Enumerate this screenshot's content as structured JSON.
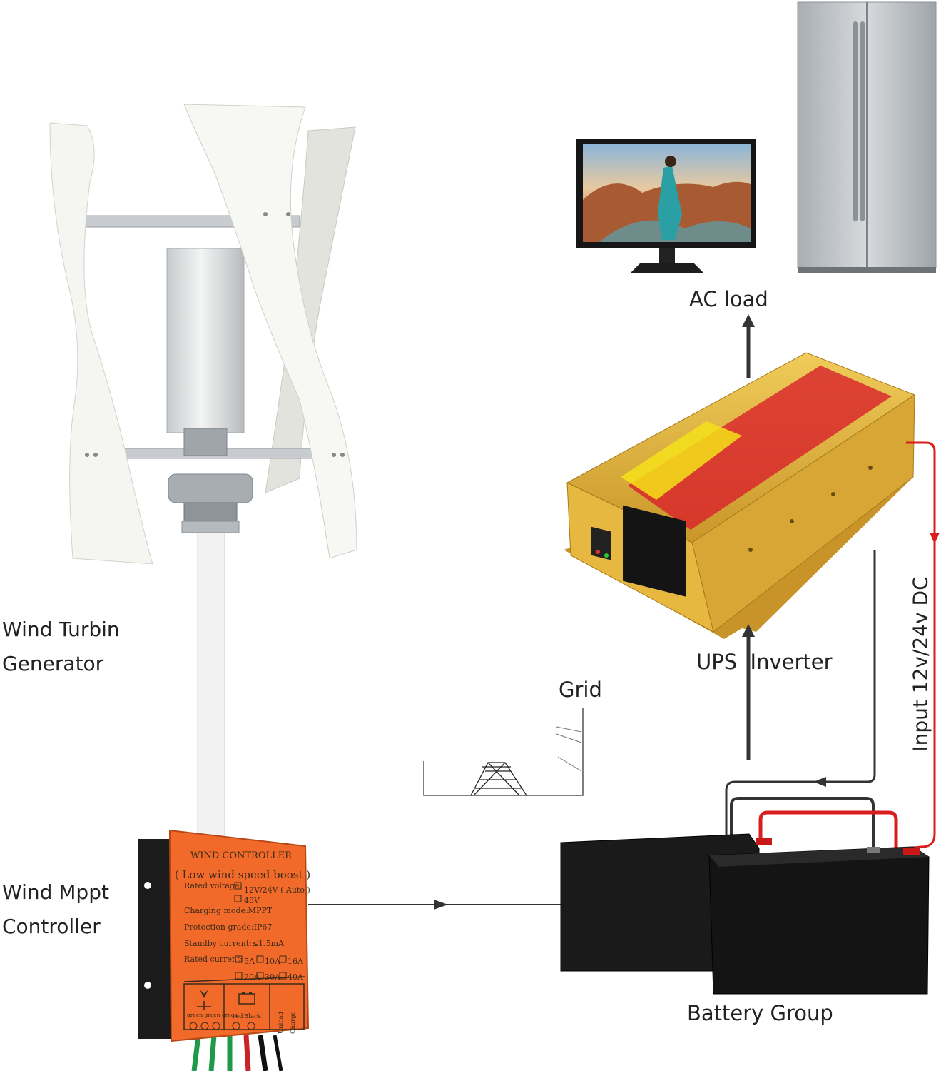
{
  "labels": {
    "wind_turbine": [
      "Wind Turbin",
      "Generator"
    ],
    "wind_controller": [
      "Wind Mppt",
      "Controller"
    ],
    "ac_load": "AC load",
    "ups_inverter": "UPS  Inverter",
    "grid": "Grid",
    "input_dc": "Input 12v/24v DC",
    "battery_group": "Battery Group"
  },
  "controller_panel": {
    "title": "WIND CONTROLLER",
    "subtitle": "( Low wind speed boost )",
    "rated_voltage_label": "Rated voltage:",
    "rated_voltage_option1": "12V/24V ( Auto )",
    "rated_voltage_option2": "48V",
    "charging_mode": "Charging mode:MPPT",
    "protection_grade": "Protection grade:IP67",
    "standby_current": "Standby current:≤1.5mA",
    "rated_current_label": "Rated current:",
    "current_row1": [
      "5A",
      "10A",
      "16A"
    ],
    "current_row2": [
      "20A",
      "30A",
      "40A"
    ],
    "terminal_left": "green green green",
    "terminal_mid": [
      "red",
      "Black"
    ],
    "terminal_right": [
      "Unload",
      "Charge"
    ]
  },
  "colors": {
    "controller_orange": "#f26a2a",
    "inverter_gold": "#e2b53c",
    "battery_black": "#151515",
    "dc_wire_red": "#d81e1e",
    "arrow_dark": "#333333",
    "fridge_silver": "#b9bec3",
    "turbine_white": "#f4f4f0"
  },
  "icons": {
    "turbine": "vertical-axis-wind-turbine",
    "controller": "wind-mppt-controller-box",
    "inverter": "power-inverter",
    "battery": "battery-pair",
    "tv": "tv-monitor",
    "fridge": "refrigerator",
    "tower": "transmission-tower"
  }
}
